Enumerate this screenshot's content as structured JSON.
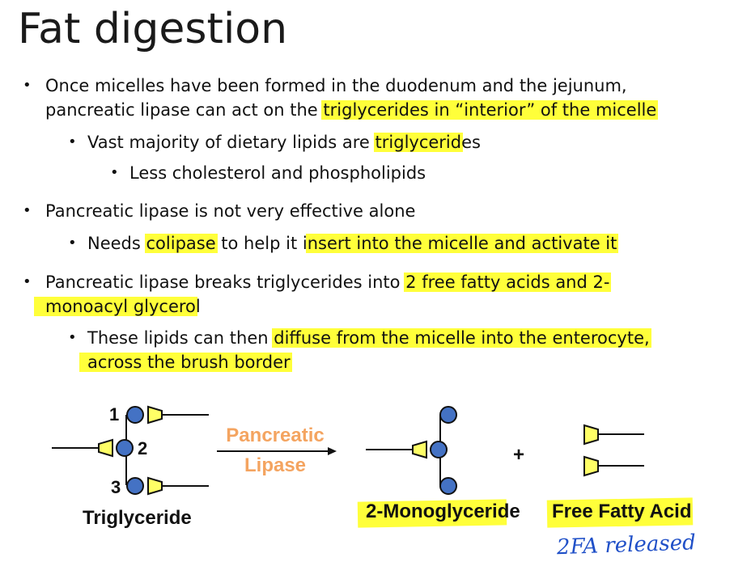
{
  "title": "Fat digestion",
  "bullets": {
    "b1": {
      "line1": "Once micelles have been formed in the duodenum and the jejunum,",
      "line2_plain": "pancreatic lipase can act on the ",
      "line2_hl": "triglycerides in “interior” of the micelle"
    },
    "b1a": {
      "plain": "Vast majority of dietary lipids are ",
      "hl": "triglycerid",
      "tail": "es"
    },
    "b1a1": {
      "text": "Less cholesterol and phospholipids"
    },
    "b2": {
      "text": "Pancreatic lipase is not very effective alone"
    },
    "b2a": {
      "plain1": "Needs ",
      "hl1": "colipase",
      "plain2": " to help it i",
      "hl2": "nsert into the micelle and activate it"
    },
    "b3": {
      "line1_plain": "Pancreatic lipase breaks triglycerides into ",
      "line1_hl": "2 free fatty acids and 2-",
      "line2_hl": "monoacyl glycero",
      "line2_tail": "l"
    },
    "b3a": {
      "line1_plain": "These lipids can then ",
      "line1_hl": "diffuse from the micelle into the enterocyte,",
      "line2_hl": "across the brush border"
    }
  },
  "diagram": {
    "num1": "1",
    "num2": "2",
    "num3": "3",
    "triglyceride": "Triglyceride",
    "enzyme_line1": "Pancreatic",
    "enzyme_line2": "Lipase",
    "plus": "+",
    "monoglyceride": "2-Monoglyceride",
    "ffa": "Free Fatty Acid",
    "handwritten": "2FA released"
  },
  "colors": {
    "highlight": "#ffff3a",
    "circle": "#4472c4",
    "trapezoid": "#ffff66",
    "enzyme": "#f4a460",
    "handwriting": "#2050c8"
  }
}
